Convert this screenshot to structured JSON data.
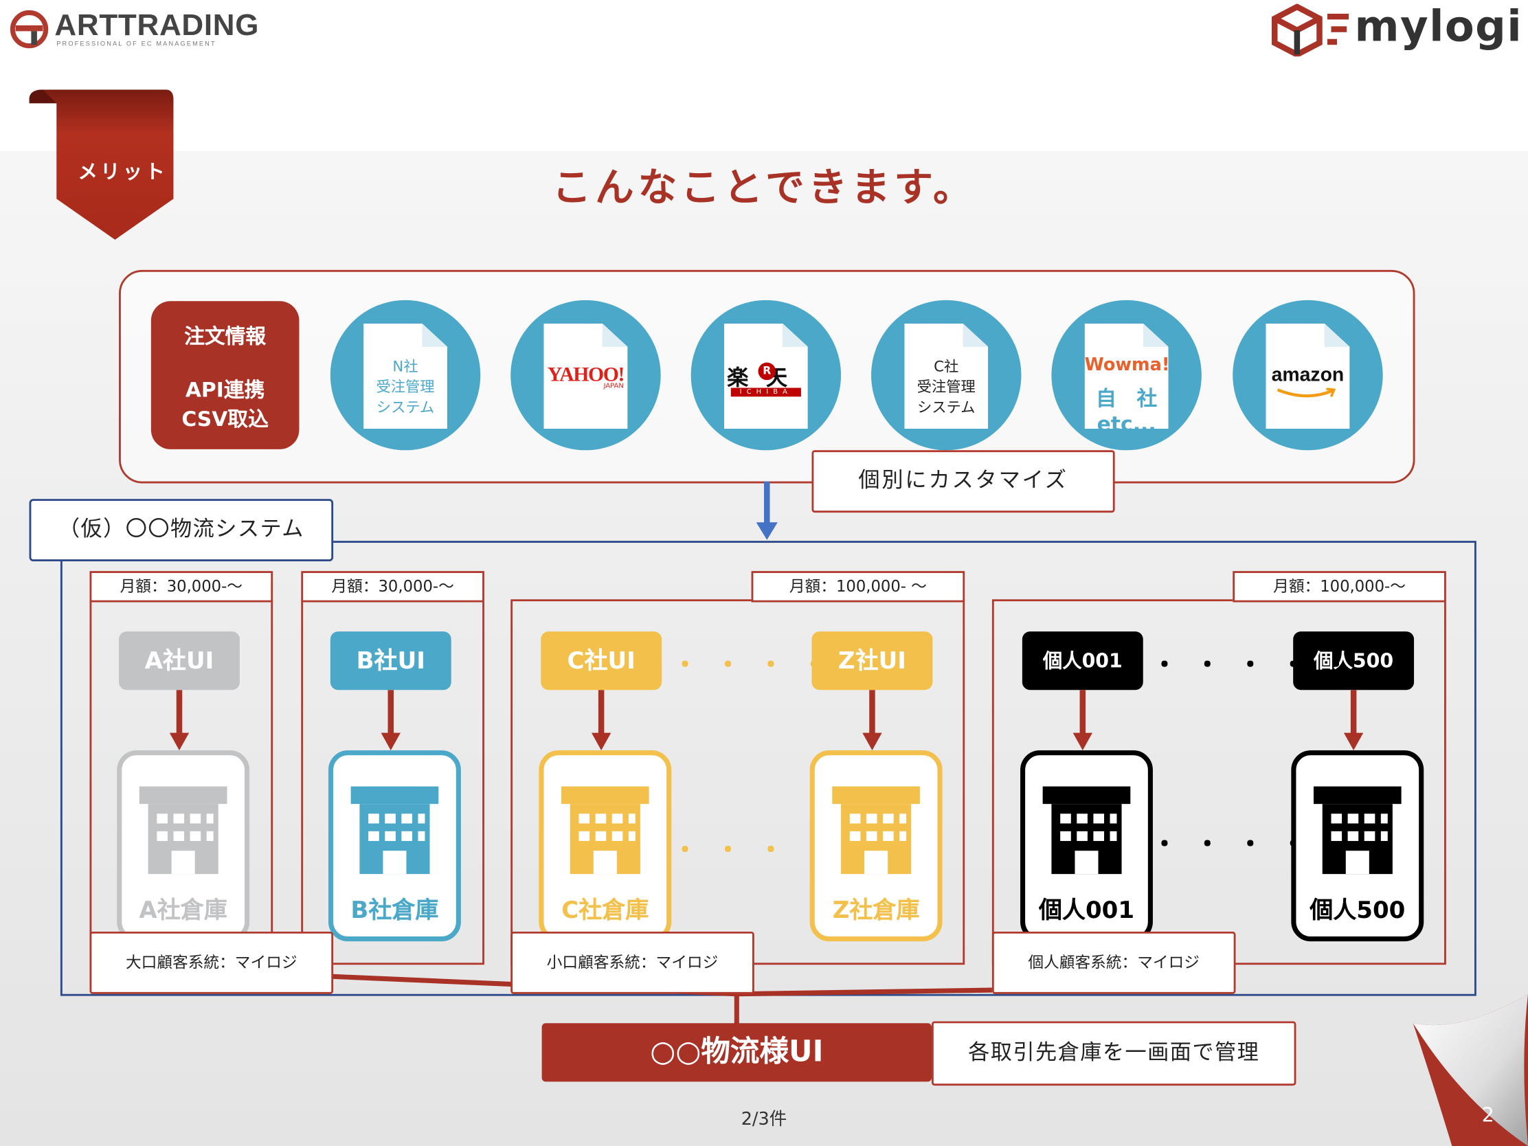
{
  "header": {
    "art_logo": {
      "name": "ARTTRADING",
      "tagline": "PROFESSIONAL OF EC MANAGEMENT"
    },
    "mylogi_logo": {
      "name": "mylogi"
    }
  },
  "ribbon": {
    "label": "メリット"
  },
  "title": "こんなことできます。",
  "sources": {
    "order_box": {
      "line1": "注文情報",
      "line2": "API連携",
      "line3": "CSV取込"
    },
    "items": [
      {
        "line1": "N社",
        "line2": "受注管理",
        "line3": "システム"
      },
      {
        "logo": "YAHOO!",
        "sub": "JAPAN"
      },
      {
        "logo": "楽天",
        "badge": "R",
        "sub": "ICHIBA"
      },
      {
        "line1": "C社",
        "line2": "受注管理",
        "line3": "システム"
      },
      {
        "logo": "Wowma!",
        "line2": "自　社",
        "line3": "etc..."
      },
      {
        "logo": "amazon"
      }
    ],
    "customize": "個別にカスタマイズ"
  },
  "system": {
    "label": "（仮）〇〇物流システム",
    "groups": [
      {
        "price": "月額：30,000-〜",
        "ui": "A社UI",
        "warehouse": "A社倉庫",
        "color": "#c2c3c5"
      },
      {
        "price": "月額：30,000-〜",
        "ui": "B社UI",
        "warehouse": "B社倉庫",
        "color": "#4ba8c9"
      },
      {
        "price": "月額：100,000- 〜",
        "ui_left": "C社UI",
        "ui_right": "Z社UI",
        "warehouse_left": "C社倉庫",
        "warehouse_right": "Z社倉庫",
        "color": "#f2c04b"
      },
      {
        "price": "月額：100,000-〜",
        "ui_left": "個人001",
        "ui_right": "個人500",
        "warehouse_left": "個人001",
        "warehouse_right": "個人500",
        "color": "#000000"
      }
    ],
    "routes": [
      {
        "label": "大口顧客系統：マイロジ"
      },
      {
        "label": "小口顧客系統：マイロジ"
      },
      {
        "label": "個人顧客系統：マイロジ"
      }
    ]
  },
  "final": {
    "label": "○○物流様UI",
    "note": "各取引先倉庫を一画面で管理"
  },
  "footer": {
    "pager": "2/3件",
    "page_number": "2"
  },
  "colors": {
    "brand_red": "#a93226",
    "frame_blue": "#2c4a8a",
    "teal": "#4ba8c9",
    "yellow": "#f2c04b",
    "gray": "#c2c3c5"
  }
}
